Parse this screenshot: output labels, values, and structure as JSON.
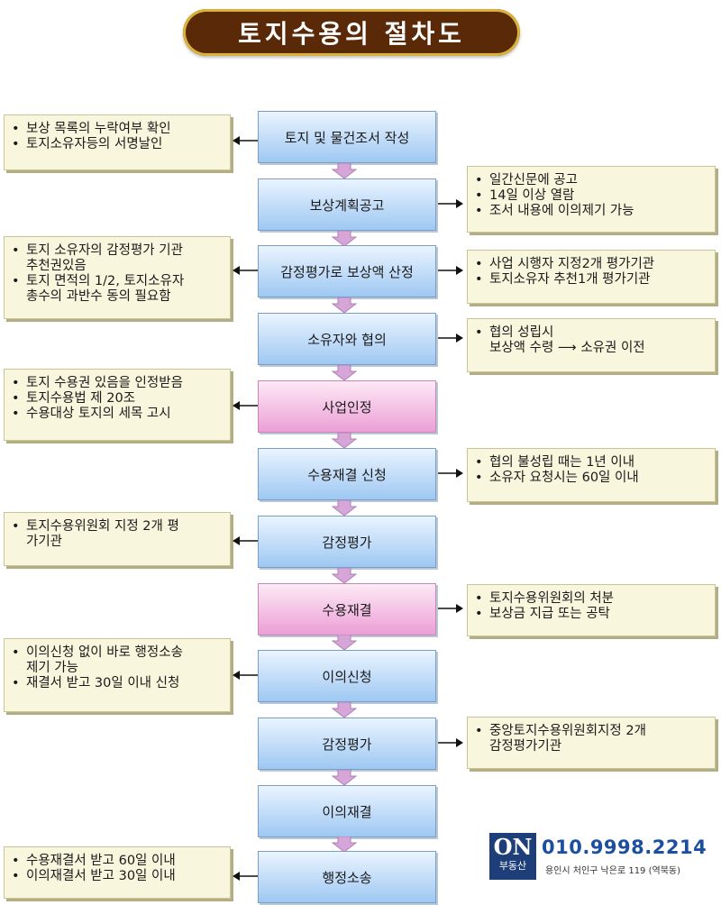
{
  "title": "토지수용의 절차도",
  "steps": [
    {
      "label": "토지 및 물건조서 작성"
    },
    {
      "label": "보상계획공고"
    },
    {
      "label": "감정평가로 보상액 산정"
    },
    {
      "label": "소유자와 협의"
    },
    {
      "label": "사업인정"
    },
    {
      "label": "수용재결 신청"
    },
    {
      "label": "감정평가"
    },
    {
      "label": "수용재결"
    },
    {
      "label": "이의신청"
    },
    {
      "label": "감정평가"
    },
    {
      "label": "이의재결"
    },
    {
      "label": "행정소송"
    }
  ],
  "left_notes": [
    {
      "items": [
        "보상 목록의 누락여부 확인",
        "토지소유자등의 서명날인"
      ]
    },
    {
      "items": [
        "토지 소유자의 감정평가 기관\n추천권있음",
        "토지 면적의 1/2, 토지소유자\n총수의 과반수 동의 필요함"
      ]
    },
    {
      "items": [
        "토지 수용권 있음을 인정받음",
        "토지수용법 제 20조",
        "수용대상 토지의 세목 고시"
      ]
    },
    {
      "items": [
        "토지수용위원회 지정 2개 평\n가기관"
      ]
    },
    {
      "items": [
        "이의신청 없이 바로 행정소송\n제기 가능",
        "재결서 받고 30일 이내 신청"
      ]
    },
    {
      "items": [
        "수용재결서 받고 60일 이내",
        "이의재결서 받고 30일 이내"
      ]
    }
  ],
  "right_notes": [
    {
      "items": [
        "일간신문에 공고",
        "14일 이상 열람",
        "조서 내용에 이의제기 가능"
      ]
    },
    {
      "items": [
        "사업 시행자 지정2개 평가기관",
        "토지소유자 추천1개 평가기관"
      ]
    },
    {
      "items": [
        "협의 성립시\n보상액 수령 ⟶ 소유권 이전"
      ]
    },
    {
      "items": [
        "협의 불성립 때는 1년 이내",
        "소유자 요청시는 60일 이내"
      ]
    },
    {
      "items": [
        "토지수용위원회의 처분",
        "보상금 지급 또는 공탁"
      ]
    },
    {
      "items": [
        "중앙토지수용위원회지정 2개\n감정평가기관"
      ]
    }
  ],
  "brand": {
    "logo": "ON",
    "logo_sub": "부동산",
    "phone": "010.9998.2214",
    "address": "용인시 처인구 낙은로 119 (역북동)"
  }
}
